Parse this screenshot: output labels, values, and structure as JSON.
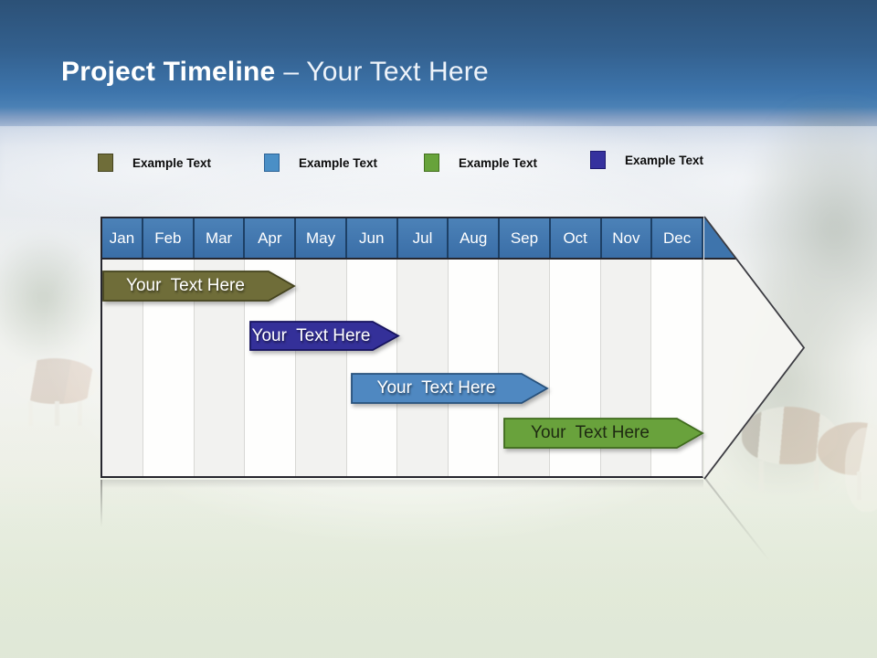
{
  "slide": {
    "title": {
      "bold": "Project Timeline",
      "regular": "– Your Text Here"
    },
    "legend": [
      {
        "label": "Example Text",
        "color": "#6f6d39",
        "border": "#45441f"
      },
      {
        "label": "Example Text",
        "color": "#4a8fc6",
        "border": "#2d6396"
      },
      {
        "label": "Example Text",
        "color": "#67a33b",
        "border": "#43701f"
      },
      {
        "label": "Example Text",
        "color": "#35319e",
        "border": "#1c1870"
      }
    ],
    "months": [
      "Jan",
      "Feb",
      "Mar",
      "Apr",
      "May",
      "Jun",
      "Jul",
      "Aug",
      "Sep",
      "Oct",
      "Nov",
      "Dec"
    ],
    "bars": [
      {
        "label": "Your  Text Here",
        "fill": "#6f6d39",
        "stroke": "#44431e",
        "text_color": "#ffffff"
      },
      {
        "label": "Your  Text Here",
        "fill": "#343099",
        "stroke": "#16135e",
        "text_color": "#ffffff"
      },
      {
        "label": "Your  Text Here",
        "fill": "#4f88c1",
        "stroke": "#28517b",
        "text_color": "#ffffff"
      },
      {
        "label": "Your  Text Here",
        "fill": "#69a23c",
        "stroke": "#3f6b1d",
        "text_color": "#1e2a12"
      }
    ],
    "colors": {
      "header_blue": "#3e74ac",
      "header_separator": "#1d4066",
      "table_outline": "#26262e",
      "arrow_body": "#f4f4f1",
      "title_band_top": "#2c5177",
      "title_band_bottom": "#4b81b5"
    }
  },
  "chart_data": {
    "type": "bar",
    "variant": "gantt-timeline",
    "title": "Project Timeline – Your Text Here",
    "x_categories": [
      "Jan",
      "Feb",
      "Mar",
      "Apr",
      "May",
      "Jun",
      "Jul",
      "Aug",
      "Sep",
      "Oct",
      "Nov",
      "Dec"
    ],
    "x_range_months": [
      0,
      12
    ],
    "grid": "vertical month columns, alternating shading",
    "legend_position": "top",
    "legend_entries": [
      "Example Text",
      "Example Text",
      "Example Text",
      "Example Text"
    ],
    "series": [
      {
        "name": "Your Text Here",
        "row": 1,
        "color": "#6f6d39",
        "start_month": "Jan",
        "end_month": "Apr",
        "start_index": 0.0,
        "end_index": 3.9
      },
      {
        "name": "Your Text Here",
        "row": 2,
        "color": "#343099",
        "start_month": "Apr",
        "end_month": "Jun",
        "start_index": 3.1,
        "end_index": 5.9
      },
      {
        "name": "Your Text Here",
        "row": 3,
        "color": "#4f88c1",
        "start_month": "Jun",
        "end_month": "Sep",
        "start_index": 5.1,
        "end_index": 8.9
      },
      {
        "name": "Your Text Here",
        "row": 4,
        "color": "#69a23c",
        "start_month": "Sep",
        "end_month": "Dec",
        "start_index": 8.1,
        "end_index": 12.0
      }
    ]
  }
}
